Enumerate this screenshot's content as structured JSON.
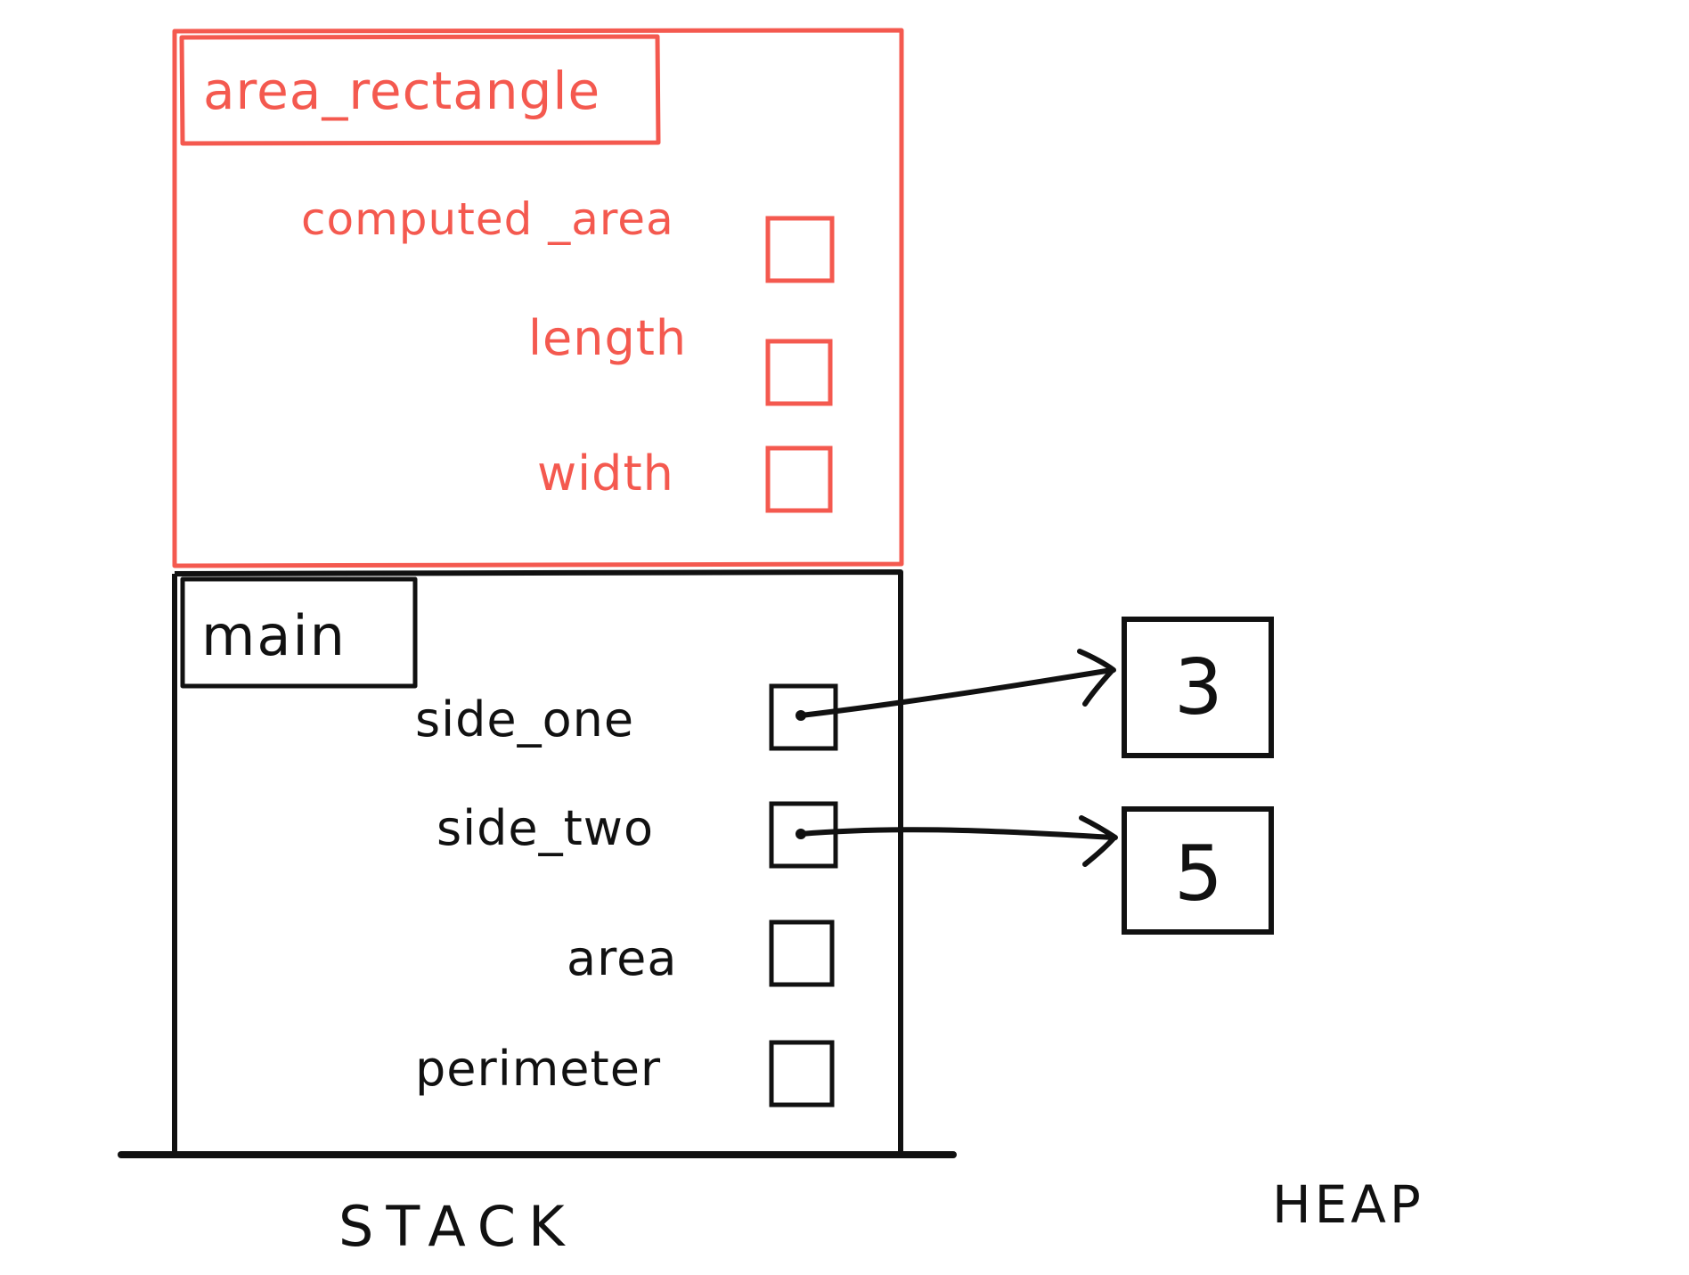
{
  "diagram": {
    "title_hidden": "",
    "type": "stack-and-heap-memory-diagram",
    "colors": {
      "frame_red": "#f4594f",
      "frame_black": "#111111",
      "background": "#ffffff"
    },
    "regions": [
      {
        "name": "stack",
        "label": "STACK"
      },
      {
        "name": "heap",
        "label": "HEAP"
      }
    ]
  },
  "stack": {
    "region_label": "STACK",
    "frames": [
      {
        "name": "area_rectangle",
        "title": "area_rectangle",
        "color": "#f4594f",
        "variables": [
          {
            "name": "computed_area",
            "label": "computed _area",
            "box_value": "",
            "has_pointer": false
          },
          {
            "name": "length",
            "label": "length",
            "box_value": "",
            "has_pointer": false
          },
          {
            "name": "width",
            "label": "width",
            "box_value": "",
            "has_pointer": false
          }
        ]
      },
      {
        "name": "main",
        "title": "main",
        "color": "#111111",
        "variables": [
          {
            "name": "side_one",
            "label": "side_one",
            "box_value": "",
            "has_pointer": true,
            "points_to": "3"
          },
          {
            "name": "side_two",
            "label": "side_two",
            "box_value": "",
            "has_pointer": true,
            "points_to": "5"
          },
          {
            "name": "area",
            "label": "area",
            "box_value": "",
            "has_pointer": false
          },
          {
            "name": "perimeter",
            "label": "perimeter",
            "box_value": "",
            "has_pointer": false
          }
        ]
      }
    ]
  },
  "heap": {
    "region_label": "HEAP",
    "objects": [
      {
        "name": "heap-value-3",
        "value": "3"
      },
      {
        "name": "heap-value-5",
        "value": "5"
      }
    ]
  },
  "arrows": [
    {
      "name": "arrow-side-one-to-3",
      "from": "side_one",
      "to": "heap-value-3"
    },
    {
      "name": "arrow-side-two-to-5",
      "from": "side_two",
      "to": "heap-value-5"
    }
  ]
}
